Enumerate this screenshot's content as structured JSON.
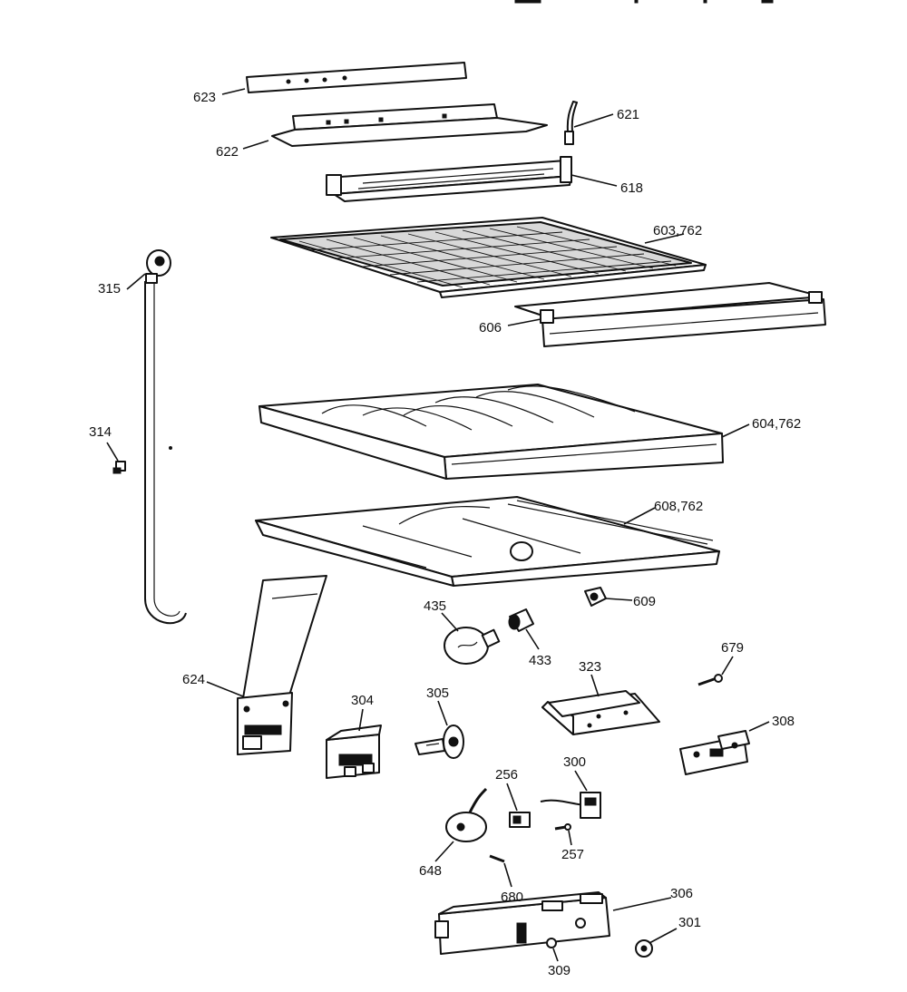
{
  "diagram": {
    "callouts": [
      {
        "id": "623",
        "text": "623"
      },
      {
        "id": "622",
        "text": "622"
      },
      {
        "id": "621",
        "text": "621"
      },
      {
        "id": "618",
        "text": "618"
      },
      {
        "id": "603",
        "text": "603,762"
      },
      {
        "id": "606",
        "text": "606"
      },
      {
        "id": "315",
        "text": "315"
      },
      {
        "id": "314",
        "text": "314"
      },
      {
        "id": "604",
        "text": "604,762"
      },
      {
        "id": "608",
        "text": "608,762"
      },
      {
        "id": "609",
        "text": "609"
      },
      {
        "id": "435",
        "text": "435"
      },
      {
        "id": "433",
        "text": "433"
      },
      {
        "id": "679",
        "text": "679"
      },
      {
        "id": "323",
        "text": "323"
      },
      {
        "id": "624",
        "text": "624"
      },
      {
        "id": "304",
        "text": "304"
      },
      {
        "id": "305",
        "text": "305"
      },
      {
        "id": "308",
        "text": "308"
      },
      {
        "id": "256",
        "text": "256"
      },
      {
        "id": "300",
        "text": "300"
      },
      {
        "id": "257",
        "text": "257"
      },
      {
        "id": "648",
        "text": "648"
      },
      {
        "id": "680",
        "text": "680"
      },
      {
        "id": "306",
        "text": "306"
      },
      {
        "id": "301",
        "text": "301"
      },
      {
        "id": "309",
        "text": "309"
      }
    ]
  }
}
